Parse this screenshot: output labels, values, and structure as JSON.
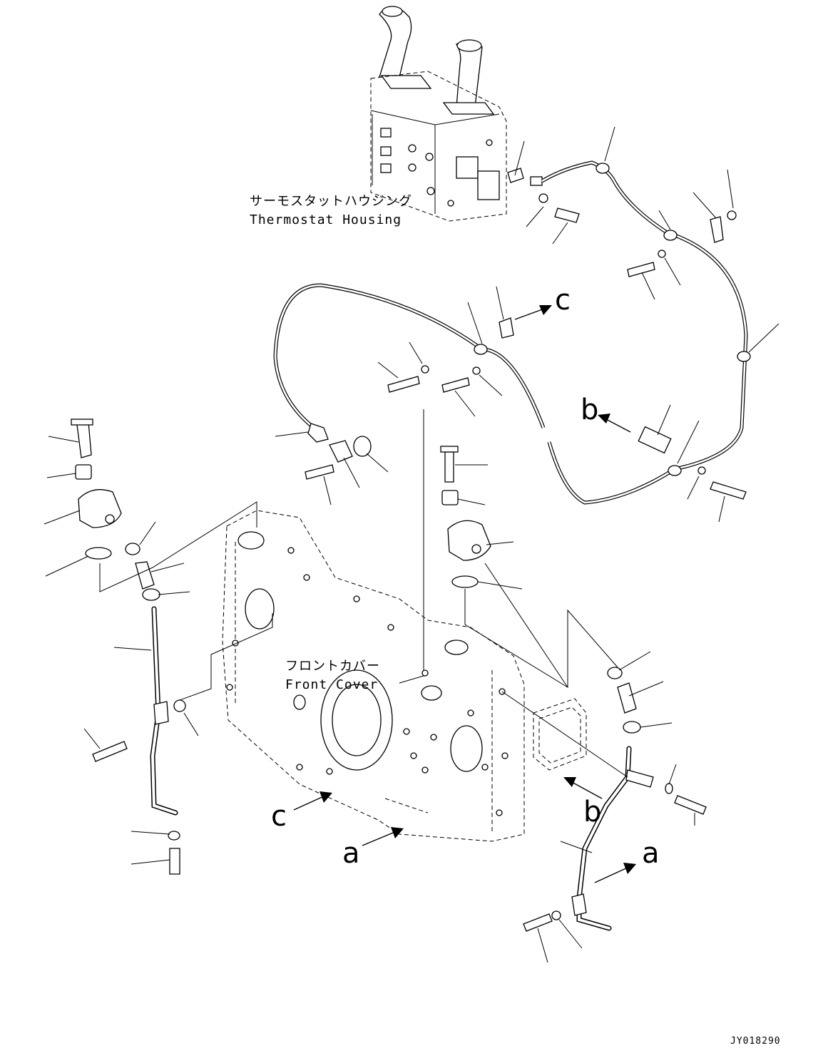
{
  "labels": {
    "thermostat_housing_jp": "サーモスタットハウジング",
    "thermostat_housing_en": "Thermostat Housing",
    "front_cover_jp": "フロントカバー",
    "front_cover_en": "Front Cover"
  },
  "references": {
    "a_left": "a",
    "a_right": "a",
    "b_left": "b",
    "b_right": "b",
    "c_left": "c",
    "c_right": "c"
  },
  "drawing_code": "JY018290"
}
